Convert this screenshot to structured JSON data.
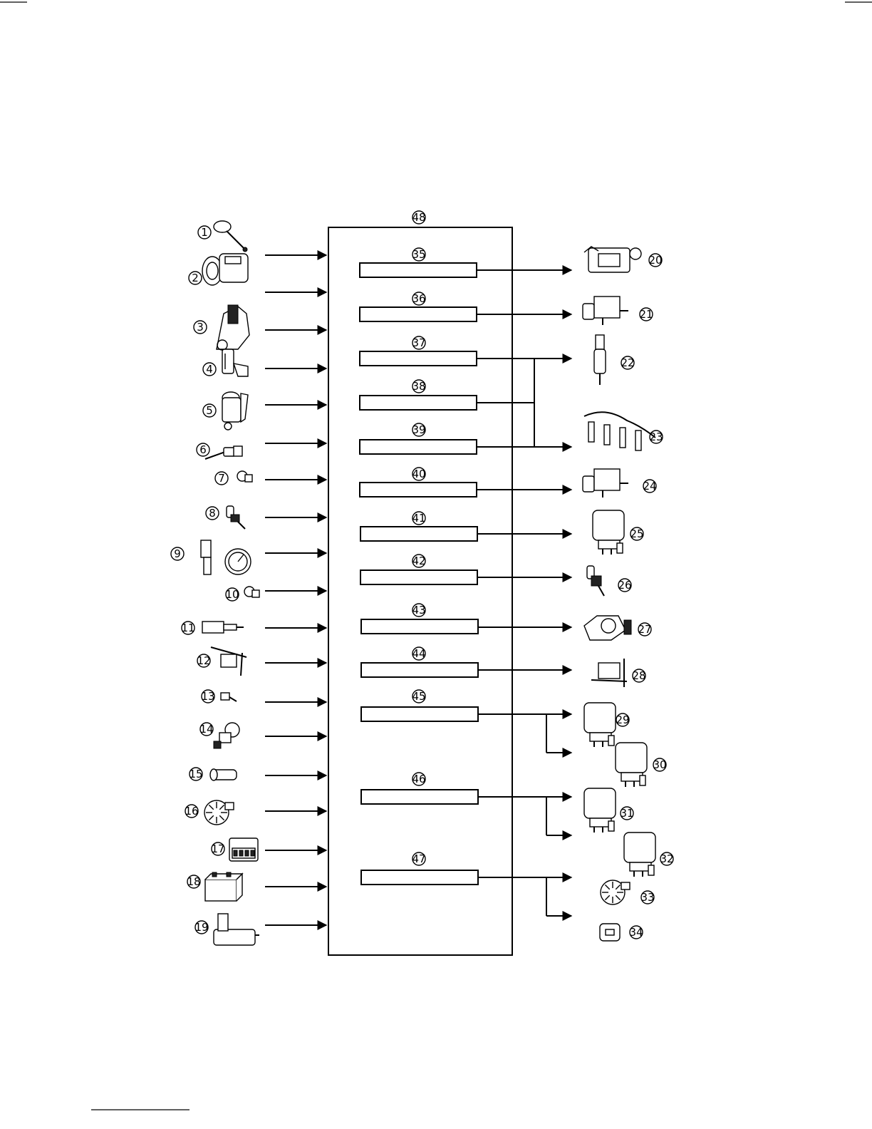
{
  "control_unit": {
    "label": "48"
  },
  "inputs": [
    {
      "label": "1"
    },
    {
      "label": "2"
    },
    {
      "label": "3"
    },
    {
      "label": "4"
    },
    {
      "label": "5"
    },
    {
      "label": "6"
    },
    {
      "label": "7"
    },
    {
      "label": "8"
    },
    {
      "label": "9"
    },
    {
      "label": "10"
    },
    {
      "label": "11"
    },
    {
      "label": "12"
    },
    {
      "label": "13"
    },
    {
      "label": "14"
    },
    {
      "label": "15"
    },
    {
      "label": "16"
    },
    {
      "label": "17"
    },
    {
      "label": "18"
    },
    {
      "label": "19"
    }
  ],
  "functions": [
    {
      "label": "35"
    },
    {
      "label": "36"
    },
    {
      "label": "37"
    },
    {
      "label": "38"
    },
    {
      "label": "39"
    },
    {
      "label": "40"
    },
    {
      "label": "41"
    },
    {
      "label": "42"
    },
    {
      "label": "43"
    },
    {
      "label": "44"
    },
    {
      "label": "45"
    },
    {
      "label": "46"
    },
    {
      "label": "47"
    }
  ],
  "outputs": [
    {
      "label": "20"
    },
    {
      "label": "21"
    },
    {
      "label": "22"
    },
    {
      "label": "23"
    },
    {
      "label": "24"
    },
    {
      "label": "25"
    },
    {
      "label": "26"
    },
    {
      "label": "27"
    },
    {
      "label": "28"
    },
    {
      "label": "29"
    },
    {
      "label": "30"
    },
    {
      "label": "31"
    },
    {
      "label": "32"
    },
    {
      "label": "33"
    },
    {
      "label": "34"
    }
  ]
}
